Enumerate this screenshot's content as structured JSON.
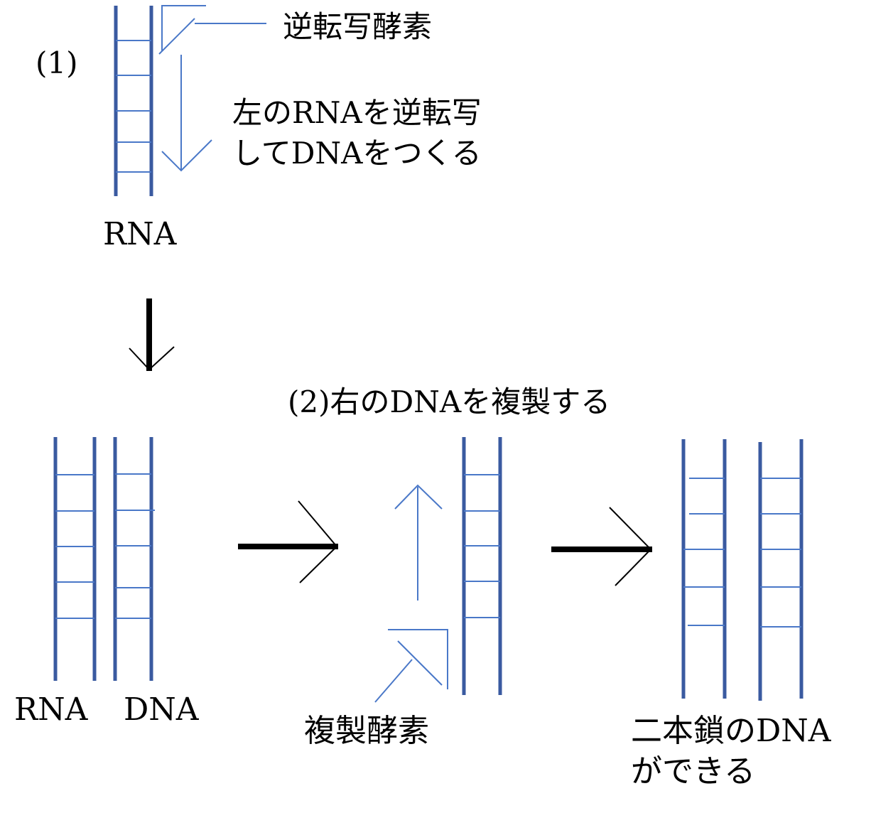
{
  "colors": {
    "strand": "#3a5aa0",
    "rung": "#4a78c8",
    "enzyme": "#4a78c8",
    "arrow": "#000000",
    "text": "#000000"
  },
  "step1": {
    "label": "(1)",
    "enzyme_label": "逆転写酵素",
    "description_line1": "左のRNAを逆転写",
    "description_line2": "してDNAをつくる",
    "strand_label": "RNA"
  },
  "step2": {
    "label": "(2)右のDNAを複製する",
    "left_label_rna": "RNA",
    "left_label_dna": "DNA",
    "enzyme_label": "複製酵素",
    "result_line1": "二本鎖のDNA",
    "result_line2": "ができる"
  }
}
